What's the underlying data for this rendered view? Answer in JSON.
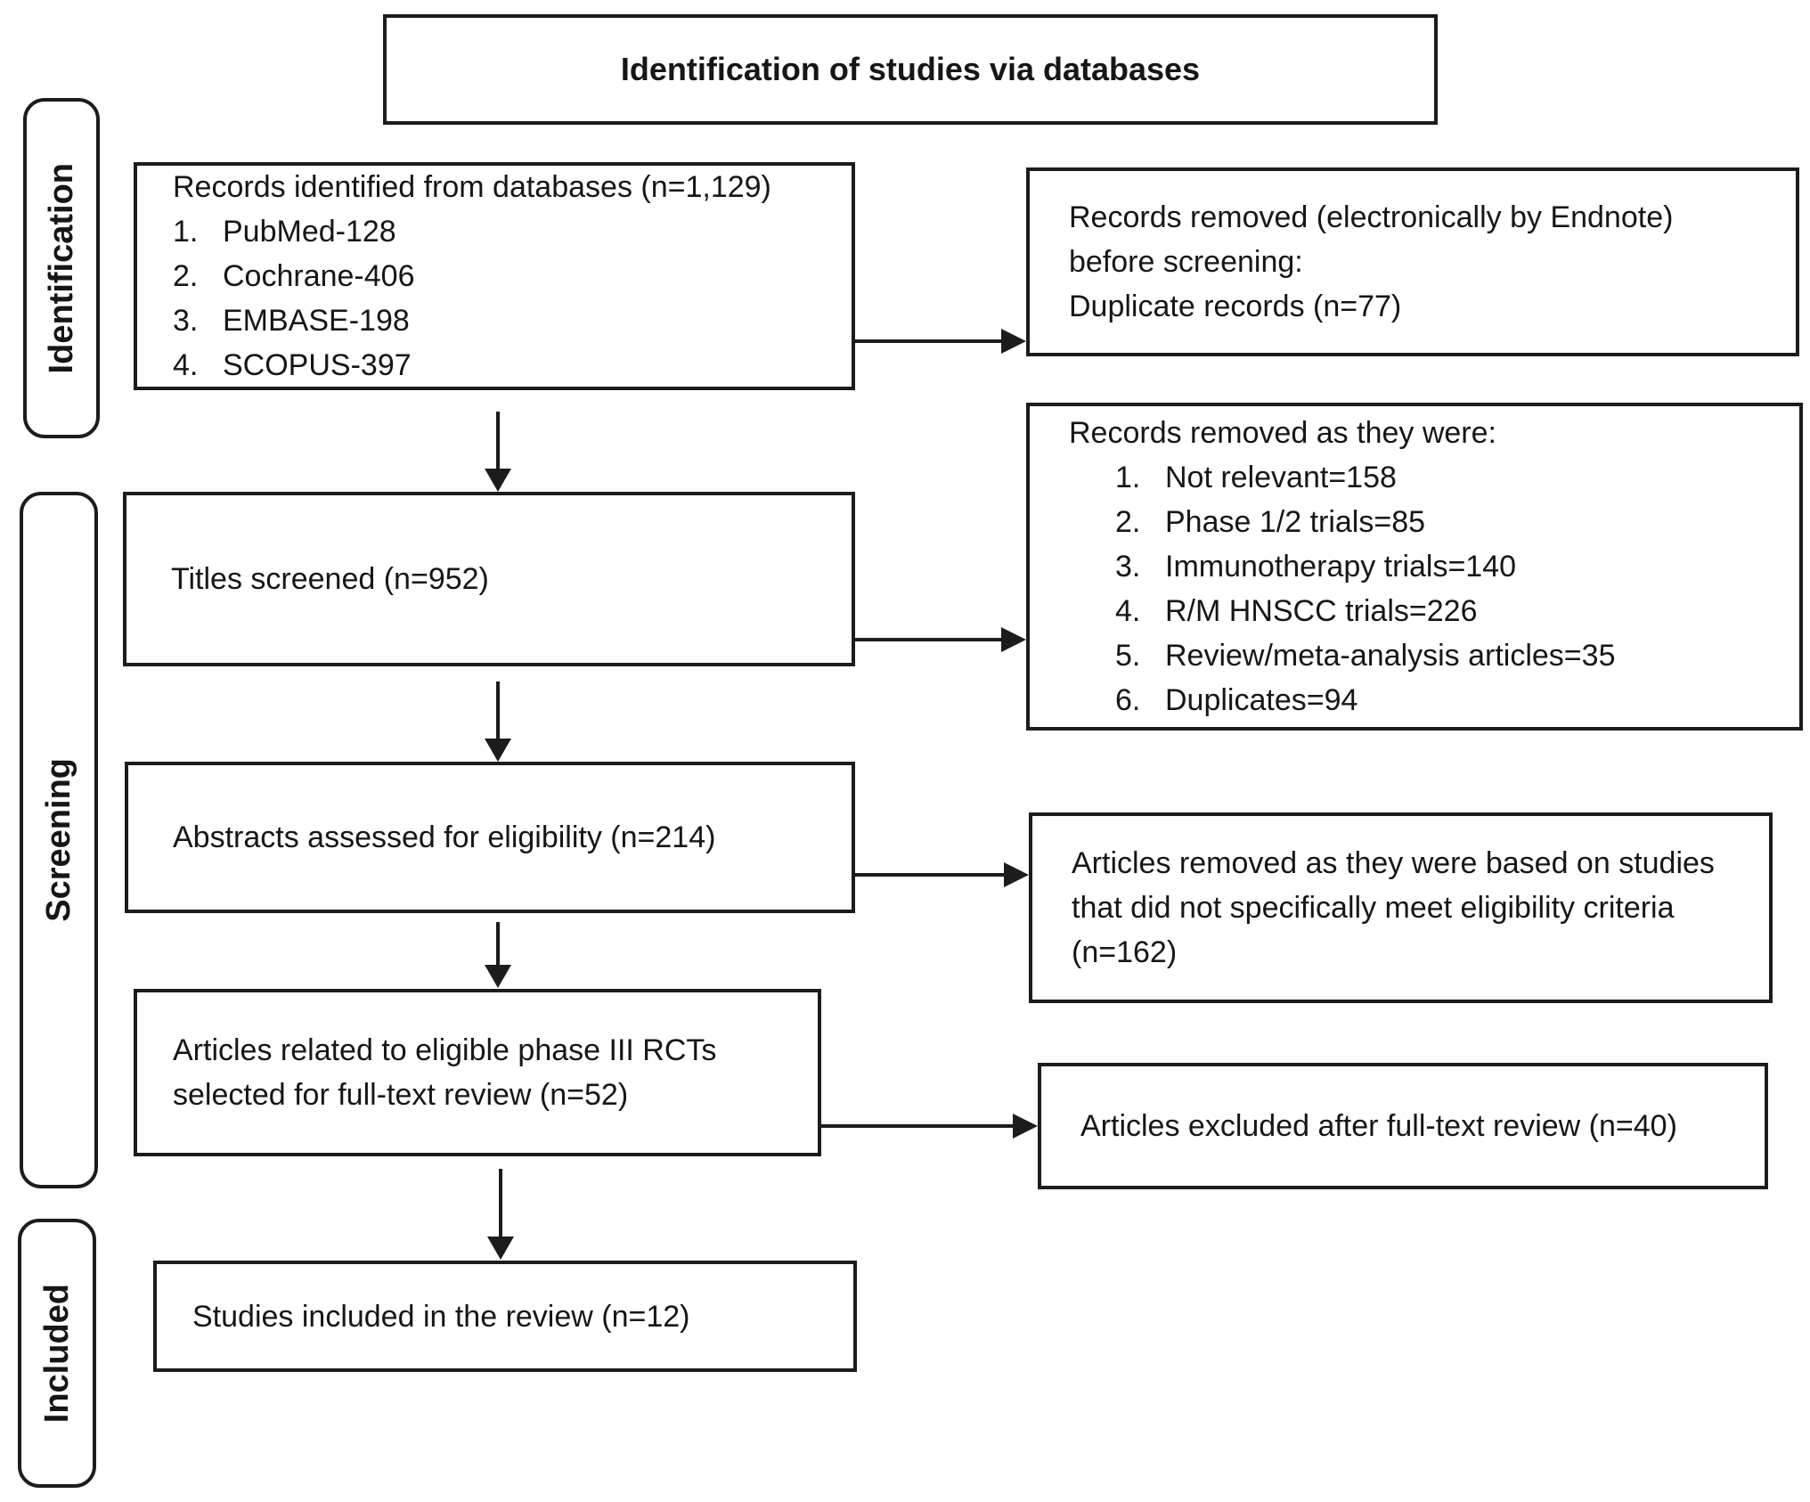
{
  "header": {
    "title": "Identification of studies via databases"
  },
  "sidebar": {
    "identification": "Identification",
    "screening": "Screening",
    "included": "Included"
  },
  "flow": {
    "records_identified": {
      "heading": "Records identified from databases (n=1,129)",
      "items": [
        {
          "num": "1.",
          "text": "PubMed-128"
        },
        {
          "num": "2.",
          "text": "Cochrane-406"
        },
        {
          "num": "3.",
          "text": "EMBASE-198"
        },
        {
          "num": "4.",
          "text": "SCOPUS-397"
        }
      ]
    },
    "titles_screened": {
      "text": "Titles screened (n=952)"
    },
    "abstracts_assessed": {
      "text": "Abstracts assessed for eligibility (n=214)"
    },
    "fulltext_selected": {
      "line1": "Articles related to eligible phase III RCTs",
      "line2": "selected for full-text review (n=52)"
    },
    "studies_included": {
      "text": "Studies included in the review (n=12)"
    }
  },
  "exclusions": {
    "before_screening": {
      "line1": "Records removed (electronically by Endnote)",
      "line2": "before screening:",
      "line3": "Duplicate records (n=77)"
    },
    "titles_removed": {
      "heading": "Records removed as they were:",
      "items": [
        {
          "num": "1.",
          "text": "Not relevant=158"
        },
        {
          "num": "2.",
          "text": "Phase 1/2 trials=85"
        },
        {
          "num": "3.",
          "text": "Immunotherapy trials=140"
        },
        {
          "num": "4.",
          "text": "R/M HNSCC trials=226"
        },
        {
          "num": "5.",
          "text": "Review/meta-analysis articles=35"
        },
        {
          "num": "6.",
          "text": "Duplicates=94"
        }
      ]
    },
    "abstracts_removed": {
      "line1": "Articles removed as they were based on studies",
      "line2": "that did not specifically meet eligibility criteria",
      "line3": "(n=162)"
    },
    "fulltext_excluded": {
      "text": "Articles excluded after full-text review (n=40)"
    }
  },
  "colors": {
    "border": "#1c1c1c",
    "text": "#161616",
    "background": "#ffffff"
  }
}
